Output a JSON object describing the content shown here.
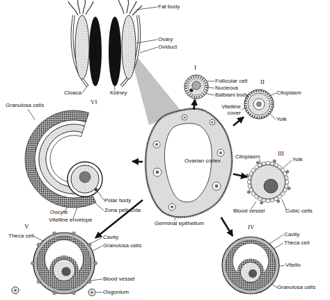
{
  "diagram": {
    "nodes": [
      {
        "text": [
          "Ovarian cortex"
        ]
      },
      {
        "text": [
          "I"
        ]
      },
      {
        "text": [
          "II"
        ]
      },
      {
        "text": [
          "III"
        ]
      },
      {
        "text": [
          "IV"
        ]
      },
      {
        "text": [
          "V"
        ]
      },
      {
        "text": [
          "VI"
        ]
      }
    ],
    "edges": [
      {
        "from": 0,
        "to": 1,
        "arrow": "to"
      },
      {
        "from": 0,
        "to": 2,
        "arrow": "to"
      },
      {
        "from": 0,
        "to": 3,
        "arrow": "to"
      },
      {
        "from": 0,
        "to": 4,
        "arrow": "to"
      },
      {
        "from": 0,
        "to": 5,
        "arrow": "to"
      },
      {
        "from": 0,
        "to": 6,
        "arrow": "to"
      }
    ],
    "labels": [
      "Fat body",
      "Ovary",
      "Oviduct",
      "Cloaca",
      "Kidney",
      "Follicular cell",
      "Nucleous",
      "Balbiani body",
      "Vitelline cover",
      "Citoplasm",
      "Yolk",
      "Citoplasm",
      "Yolk",
      "Blood vessel",
      "Cubic cells",
      "Cavity",
      "Theca cell",
      "Vitello",
      "Granulosa cells",
      "Theca cell",
      "Cavity",
      "Granulosa cells",
      "Blood vessel",
      "Oogonium",
      "Granulosa cells",
      "Polar body",
      "Oocyte",
      "Zona pellucida",
      "Vitelline envelope",
      "Germinal epithelium"
    ]
  }
}
